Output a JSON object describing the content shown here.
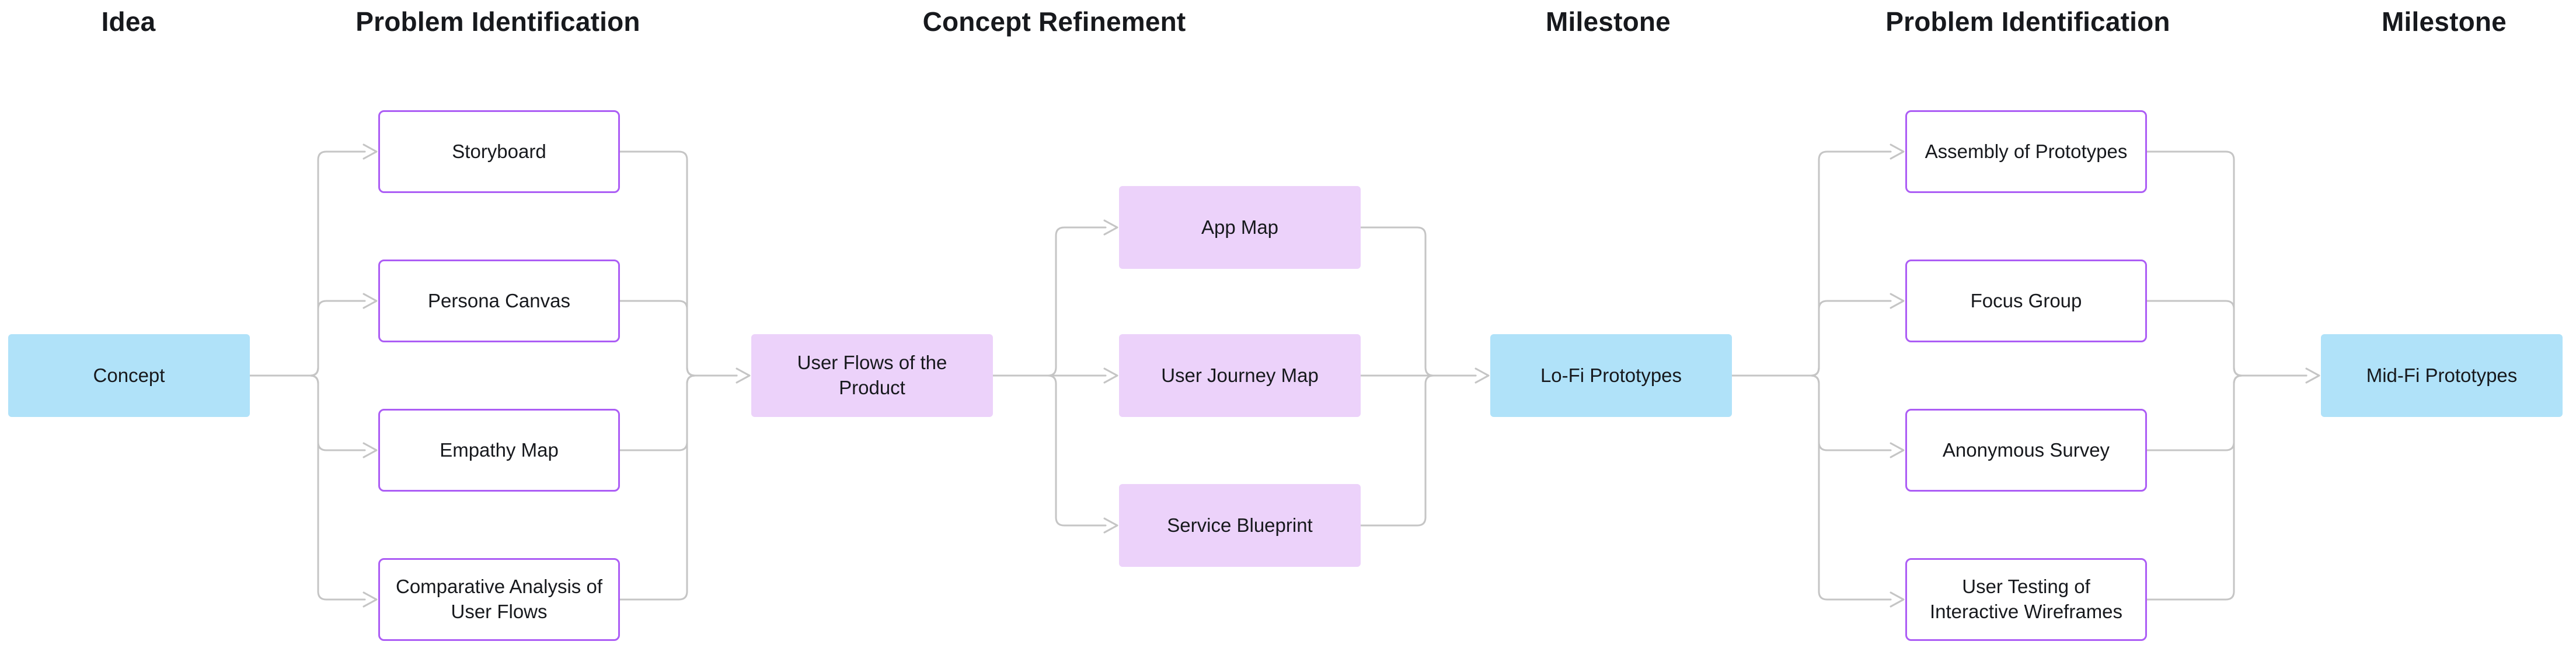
{
  "page": {
    "background": "#ffffff",
    "type": "flowchart"
  },
  "headers": [
    {
      "label": "Idea"
    },
    {
      "label": "Problem Identification"
    },
    {
      "label": "Concept Refinement"
    },
    {
      "label": "Milestone"
    },
    {
      "label": "Problem Identification"
    },
    {
      "label": "Milestone"
    }
  ],
  "nodes": [
    {
      "id": "concept",
      "label": "Concept",
      "kind": "milestone"
    },
    {
      "id": "storyboard",
      "label": "Storyboard",
      "kind": "outlined"
    },
    {
      "id": "persona-canvas",
      "label": "Persona Canvas",
      "kind": "outlined"
    },
    {
      "id": "empathy-map",
      "label": "Empathy Map",
      "kind": "outlined"
    },
    {
      "id": "comparative-analysis",
      "label": "Comparative Analysis of User Flows",
      "kind": "outlined"
    },
    {
      "id": "user-flows",
      "label": "User Flows of the Product",
      "kind": "filled"
    },
    {
      "id": "app-map",
      "label": "App Map",
      "kind": "filled"
    },
    {
      "id": "user-journey-map",
      "label": "User Journey Map",
      "kind": "filled"
    },
    {
      "id": "service-blueprint",
      "label": "Service Blueprint",
      "kind": "filled"
    },
    {
      "id": "lofi-prototypes",
      "label": "Lo-Fi Prototypes",
      "kind": "milestone"
    },
    {
      "id": "assembly-of-prototypes",
      "label": "Assembly of Prototypes",
      "kind": "outlined"
    },
    {
      "id": "focus-group",
      "label": "Focus Group",
      "kind": "outlined"
    },
    {
      "id": "anonymous-survey",
      "label": "Anonymous Survey",
      "kind": "outlined"
    },
    {
      "id": "user-testing",
      "label": "User Testing of Interactive Wireframes",
      "kind": "outlined"
    },
    {
      "id": "midfi-prototypes",
      "label": "Mid-Fi Prototypes",
      "kind": "milestone"
    }
  ],
  "edges": [
    {
      "from": "concept",
      "to": "storyboard"
    },
    {
      "from": "concept",
      "to": "persona-canvas"
    },
    {
      "from": "concept",
      "to": "empathy-map"
    },
    {
      "from": "concept",
      "to": "comparative-analysis"
    },
    {
      "from": "storyboard",
      "to": "user-flows"
    },
    {
      "from": "persona-canvas",
      "to": "user-flows"
    },
    {
      "from": "empathy-map",
      "to": "user-flows"
    },
    {
      "from": "comparative-analysis",
      "to": "user-flows"
    },
    {
      "from": "user-flows",
      "to": "app-map"
    },
    {
      "from": "user-flows",
      "to": "user-journey-map"
    },
    {
      "from": "user-flows",
      "to": "service-blueprint"
    },
    {
      "from": "app-map",
      "to": "lofi-prototypes"
    },
    {
      "from": "user-journey-map",
      "to": "lofi-prototypes"
    },
    {
      "from": "service-blueprint",
      "to": "lofi-prototypes"
    },
    {
      "from": "lofi-prototypes",
      "to": "assembly-of-prototypes"
    },
    {
      "from": "lofi-prototypes",
      "to": "focus-group"
    },
    {
      "from": "lofi-prototypes",
      "to": "anonymous-survey"
    },
    {
      "from": "lofi-prototypes",
      "to": "user-testing"
    },
    {
      "from": "assembly-of-prototypes",
      "to": "midfi-prototypes"
    },
    {
      "from": "focus-group",
      "to": "midfi-prototypes"
    },
    {
      "from": "anonymous-survey",
      "to": "midfi-prototypes"
    },
    {
      "from": "user-testing",
      "to": "midfi-prototypes"
    }
  ],
  "colors": {
    "milestone_fill": "#b0e2f9",
    "artifact_fill": "#ecd2fa",
    "outline_stroke": "#ac5df5",
    "connector": "#c5c5c5",
    "text": "#17191d"
  }
}
